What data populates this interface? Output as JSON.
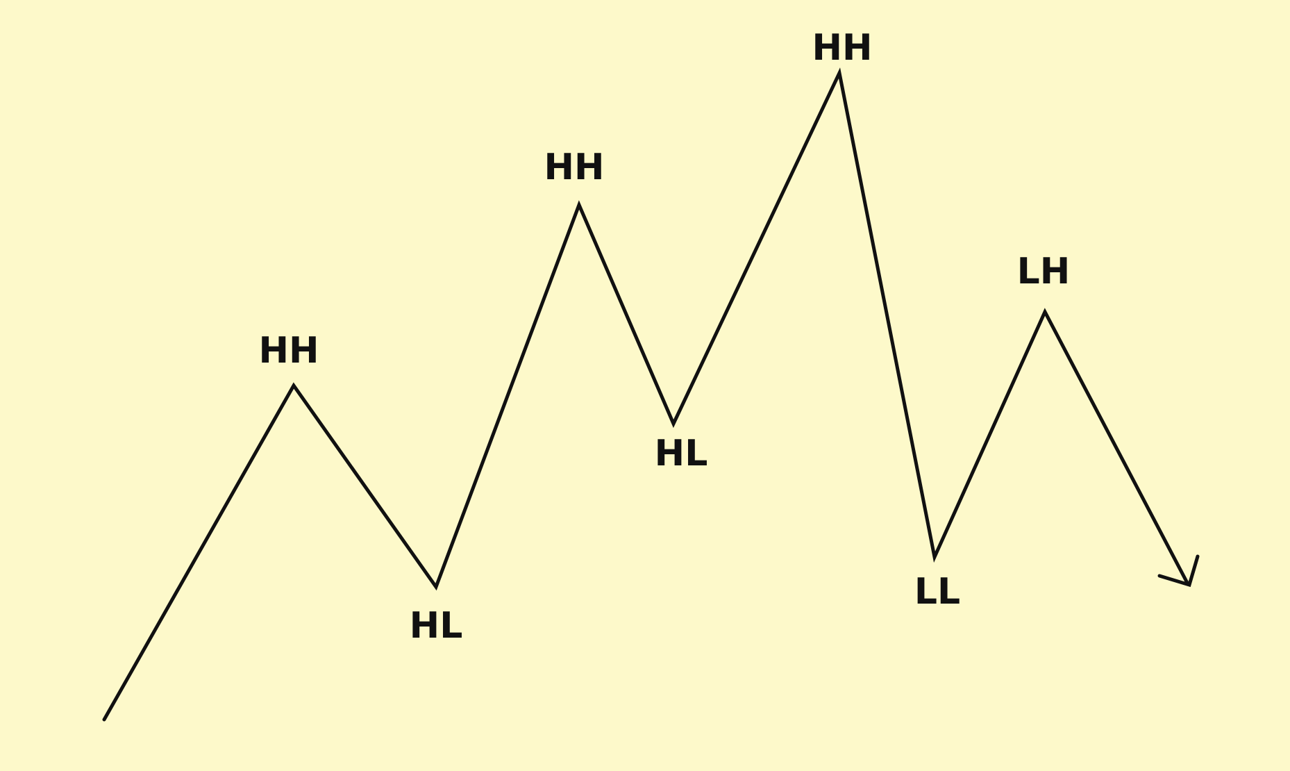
{
  "background": "#fdf9ca",
  "line_color": "#111111",
  "swing_path": {
    "points": [
      {
        "id": "start",
        "label": ""
      },
      {
        "id": "p1",
        "label": "HH"
      },
      {
        "id": "p2",
        "label": "HL"
      },
      {
        "id": "p3",
        "label": "HH"
      },
      {
        "id": "p4",
        "label": "HL"
      },
      {
        "id": "p5",
        "label": "HH"
      },
      {
        "id": "p6",
        "label": "LL"
      },
      {
        "id": "p7",
        "label": "LH"
      },
      {
        "id": "end",
        "label": ""
      }
    ],
    "end_marker": "arrow-down-right-icon"
  }
}
